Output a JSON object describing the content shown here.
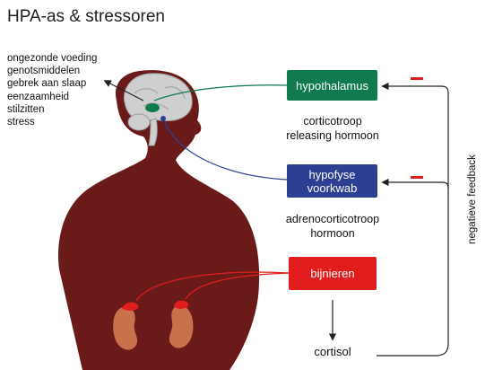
{
  "title": "HPA-as & stressoren",
  "stressors": [
    "ongezonde voeding",
    "genotsmiddelen",
    "gebrek aan slaap",
    "eenzaamheid",
    "stilzitten",
    "stress"
  ],
  "boxes": {
    "hypothalamus": "hypothalamus",
    "pituitary_line1": "hypofyse",
    "pituitary_line2": "voorkwab",
    "adrenal": "bijnieren"
  },
  "hormones": {
    "crh_line1": "corticotroop",
    "crh_line2": "releasing hormoon",
    "acth_line1": "adrenocorticotroop",
    "acth_line2": "hormoon",
    "cortisol": "cortisol"
  },
  "feedback_label": "negatieve feedback",
  "colors": {
    "body": "#6b1a1a",
    "brain": "#cfcfcf",
    "hypothalamus": "#0e7a4e",
    "pituitary": "#2c3f93",
    "adrenal": "#e11d1d",
    "kidney": "#c8714c",
    "minus": "#e11d1d"
  }
}
